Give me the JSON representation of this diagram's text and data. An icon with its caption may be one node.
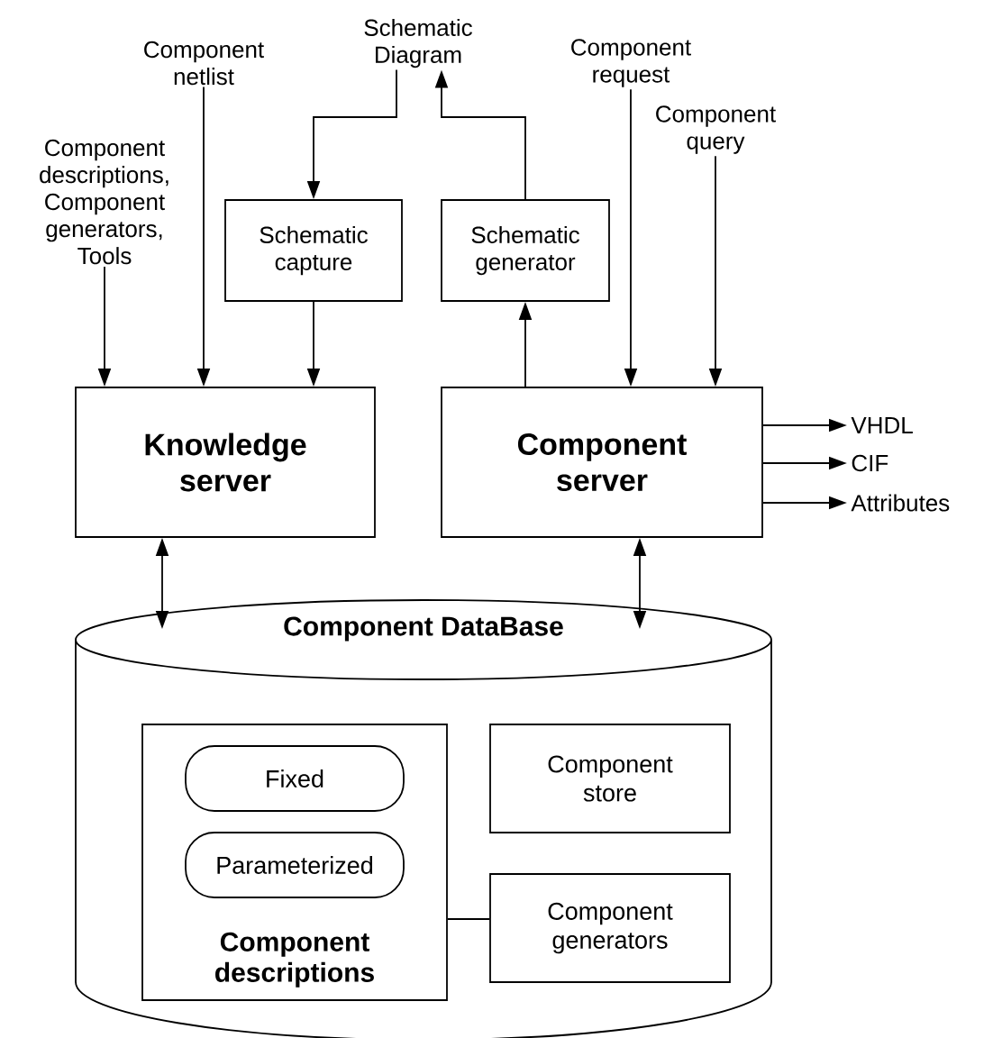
{
  "diagram": {
    "nodes": [
      {
        "text": [
          "Component descriptions, Component generators, Tools"
        ]
      },
      {
        "text": [
          "Component netlist"
        ]
      },
      {
        "text": [
          "Schematic Diagram"
        ]
      },
      {
        "text": [
          "Component request"
        ]
      },
      {
        "text": [
          "Component query"
        ]
      },
      {
        "text": [
          "Schematic capture"
        ]
      },
      {
        "text": [
          "Schematic generator"
        ]
      },
      {
        "text": [
          "Knowledge server"
        ]
      },
      {
        "text": [
          "Component server"
        ]
      },
      {
        "text": [
          "VHDL"
        ]
      },
      {
        "text": [
          "CIF"
        ]
      },
      {
        "text": [
          "Attributes"
        ]
      },
      {
        "text": [
          "Component DataBase"
        ]
      },
      {
        "text": [
          "Component descriptions"
        ],
        "in": 12
      },
      {
        "text": [
          "Fixed"
        ],
        "in": 13
      },
      {
        "text": [
          "Parameterized"
        ],
        "in": 13
      },
      {
        "text": [
          "Component store"
        ],
        "in": 12
      },
      {
        "text": [
          "Component generators"
        ],
        "in": 12
      }
    ],
    "edges": [
      {
        "from": 0,
        "to": 7,
        "arrow": "to"
      },
      {
        "from": 1,
        "to": 7,
        "arrow": "to"
      },
      {
        "from": 2,
        "to": 5,
        "arrow": "to"
      },
      {
        "from": 6,
        "to": 2,
        "arrow": "to"
      },
      {
        "from": 5,
        "to": 7,
        "arrow": "to"
      },
      {
        "from": 8,
        "to": 6,
        "arrow": "to"
      },
      {
        "from": 3,
        "to": 8,
        "arrow": "to"
      },
      {
        "from": 4,
        "to": 8,
        "arrow": "to"
      },
      {
        "from": 8,
        "to": 9,
        "arrow": "to"
      },
      {
        "from": 8,
        "to": 10,
        "arrow": "to"
      },
      {
        "from": 8,
        "to": 11,
        "arrow": "to"
      },
      {
        "from": 7,
        "to": 12,
        "arrow": "both"
      },
      {
        "from": 8,
        "to": 12,
        "arrow": "both"
      },
      {
        "from": 13,
        "to": 17,
        "arrow": "none"
      }
    ]
  }
}
